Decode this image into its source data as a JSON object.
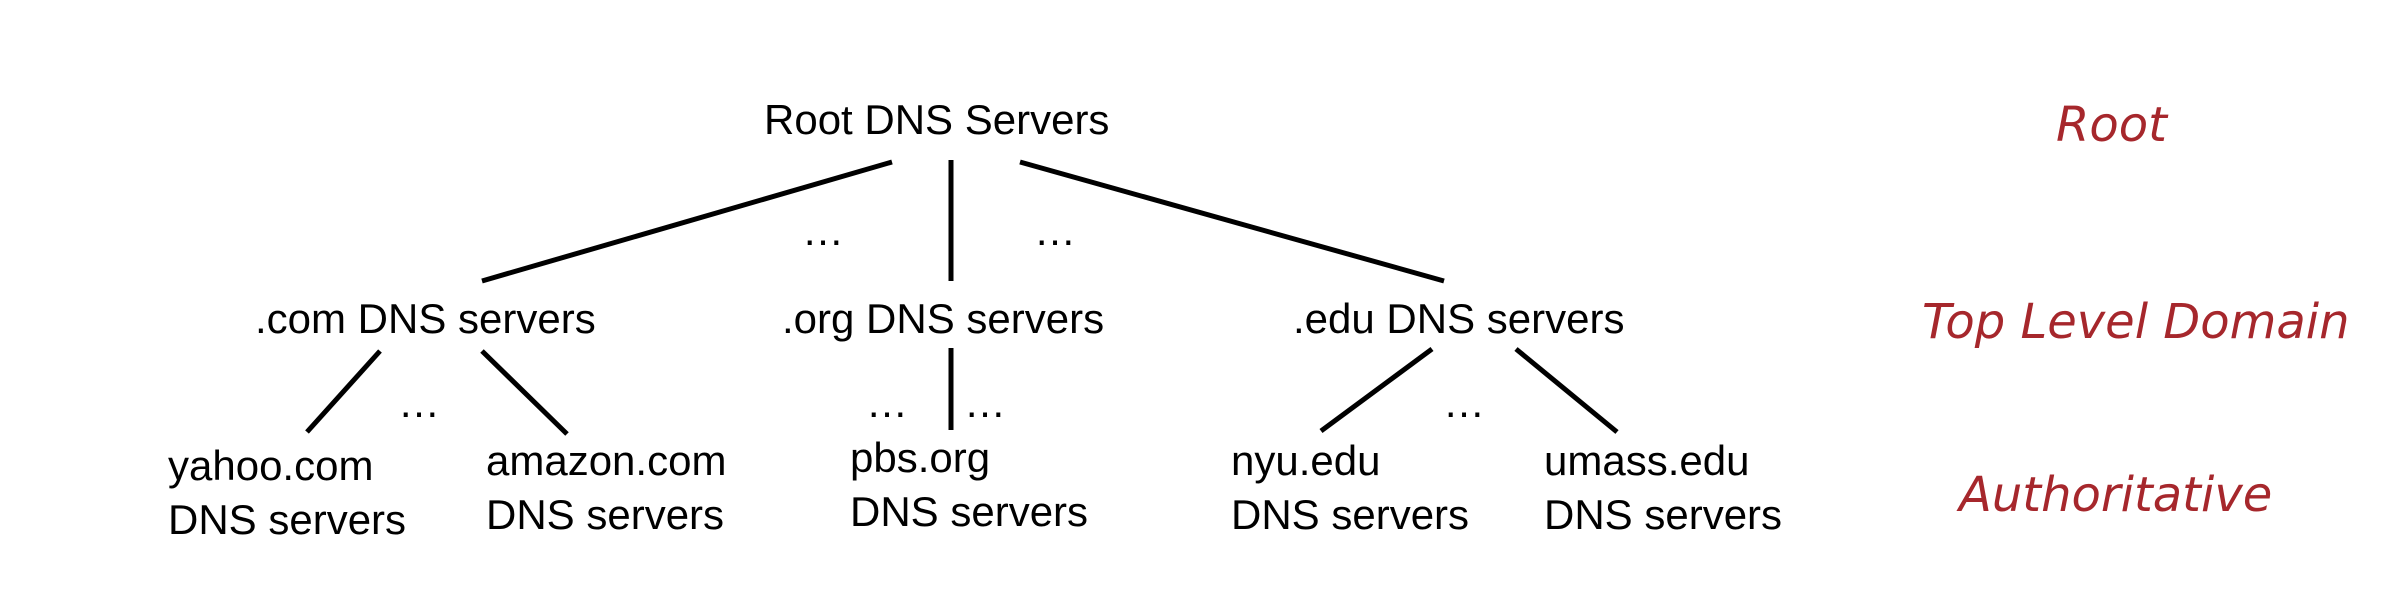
{
  "colors": {
    "tier_label": "#a6272c",
    "text": "#000000",
    "edge": "#000000"
  },
  "root": {
    "label": "Root DNS Servers"
  },
  "tld": {
    "com": ".com DNS servers",
    "org": ".org DNS servers",
    "edu": ".edu DNS servers"
  },
  "authoritative": {
    "yahoo": {
      "line1": "yahoo.com",
      "line2": "DNS servers"
    },
    "amazon": {
      "line1": "amazon.com",
      "line2": "DNS servers"
    },
    "pbs": {
      "line1": "pbs.org",
      "line2": "DNS servers"
    },
    "nyu": {
      "line1": "nyu.edu",
      "line2": "DNS servers"
    },
    "umass": {
      "line1": "umass.edu",
      "line2": "DNS servers"
    }
  },
  "ellipsis": "…",
  "tiers": {
    "root": "Root",
    "tld": "Top Level Domain",
    "authoritative": "Authoritative"
  }
}
